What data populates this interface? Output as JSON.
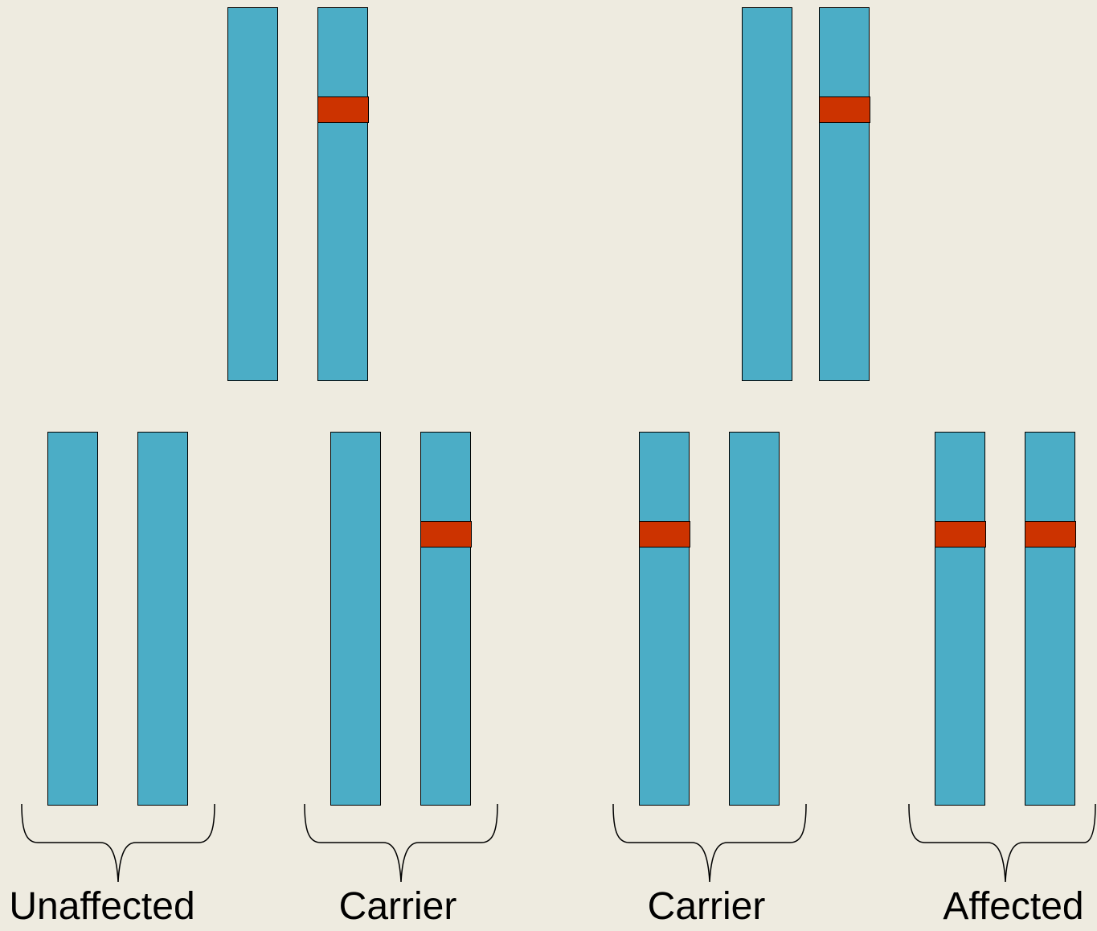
{
  "colors": {
    "background": "#EEEBE0",
    "chromosome": "#4BADC6",
    "mutation": "#CC3300",
    "outline": "#000000"
  },
  "parents": [
    {
      "chromosomes": [
        {
          "mutated": false
        },
        {
          "mutated": true
        }
      ]
    },
    {
      "chromosomes": [
        {
          "mutated": false
        },
        {
          "mutated": true
        }
      ]
    }
  ],
  "offspring": [
    {
      "label": "Unaffected",
      "chromosomes": [
        {
          "mutated": false
        },
        {
          "mutated": false
        }
      ]
    },
    {
      "label": "Carrier",
      "chromosomes": [
        {
          "mutated": false
        },
        {
          "mutated": true
        }
      ]
    },
    {
      "label": "Carrier",
      "chromosomes": [
        {
          "mutated": true
        },
        {
          "mutated": false
        }
      ]
    },
    {
      "label": "Affected",
      "chromosomes": [
        {
          "mutated": true
        },
        {
          "mutated": true
        }
      ]
    }
  ]
}
